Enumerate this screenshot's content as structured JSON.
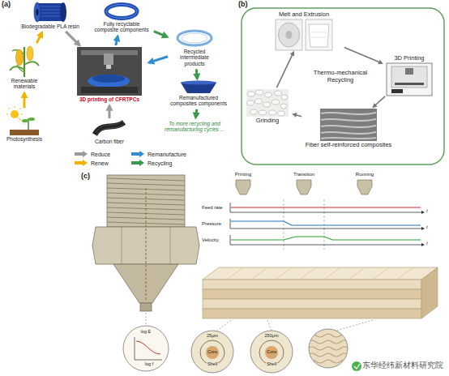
{
  "diagram": {
    "nodes": [
      {
        "text": [
          "Biodegradable PLA resin"
        ]
      },
      {
        "text": [
          "Fully recyclable composite components"
        ]
      },
      {
        "text": [
          "Recycled intermediate products"
        ]
      },
      {
        "text": [
          "Renewable materials"
        ]
      },
      {
        "text": [
          "3D printing of CFRTPCs"
        ]
      },
      {
        "text": [
          "Remanufactured composites components"
        ]
      },
      {
        "text": [
          "To more recycling and remanufacturing cycles ..."
        ]
      },
      {
        "text": [
          "Photosynthesis"
        ]
      },
      {
        "text": [
          "Carbon fiber"
        ]
      },
      {
        "text": [
          "Melt and Extrusion"
        ]
      },
      {
        "text": [
          "3D Printing"
        ]
      },
      {
        "text": [
          "Grinding"
        ]
      },
      {
        "text": [
          "Fiber self-reinforced composites"
        ]
      }
    ],
    "edges": [
      {
        "from": 7,
        "to": 3,
        "arrow": "to"
      },
      {
        "from": 3,
        "to": 0,
        "arrow": "to"
      },
      {
        "from": 0,
        "to": 4,
        "arrow": "to"
      },
      {
        "from": 8,
        "to": 4,
        "arrow": "to"
      },
      {
        "from": 4,
        "to": 1,
        "arrow": "to"
      },
      {
        "from": 1,
        "to": 2,
        "arrow": "to"
      },
      {
        "from": 2,
        "to": 4,
        "arrow": "to"
      },
      {
        "from": 2,
        "to": 5,
        "arrow": "to"
      },
      {
        "from": 5,
        "to": 6,
        "arrow": "to"
      },
      {
        "from": 9,
        "to": 10,
        "arrow": "to"
      },
      {
        "from": 10,
        "to": 12,
        "arrow": "to"
      },
      {
        "from": 12,
        "to": 11,
        "arrow": "to"
      },
      {
        "from": 11,
        "to": 9,
        "arrow": "to"
      }
    ],
    "labels": [
      "(a)",
      "(b)",
      "Thermo-mechanical Recycling",
      "(c)",
      "Printing",
      "Transition",
      "Running",
      "Feed rate",
      "Pressure",
      "Velocity",
      "t",
      "t",
      "t",
      "log E",
      "log f",
      "25μm",
      "Core",
      "Shell",
      "250μm",
      "Core",
      "Shell",
      "东华经纬新材料研究院"
    ],
    "legend": [
      {
        "text": "Reduce",
        "color": "#9a9a9a"
      },
      {
        "text": "Renew",
        "color": "#f0b400"
      },
      {
        "text": "Remanufacture",
        "color": "#2f8fd0"
      },
      {
        "text": "Recycling",
        "color": "#3a9a4a"
      }
    ]
  }
}
